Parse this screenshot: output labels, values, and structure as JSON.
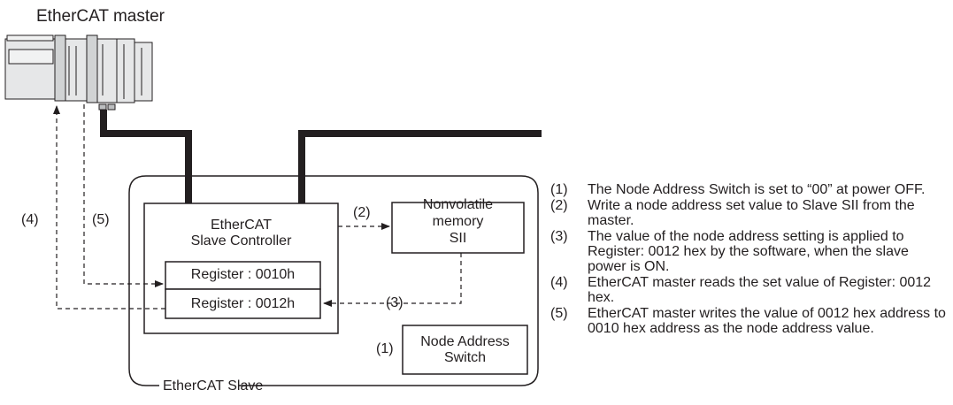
{
  "master": {
    "title": "EtherCAT master"
  },
  "slave": {
    "frame_label": "EtherCAT Slave",
    "controller_label": "EtherCAT\nSlave Controller",
    "register_1": "Register : 0010h",
    "register_2": "Register : 0012h",
    "memory_label": "Nonvolatile\nmemory\nSII",
    "switch_label": "Node Address\nSwitch"
  },
  "markers": {
    "m1": "(1)",
    "m2": "(2)",
    "m3": "(3)",
    "m4": "(4)",
    "m5": "(5)"
  },
  "notes": [
    {
      "num": "(1)",
      "text": "The Node Address Switch is set to “00” at power OFF."
    },
    {
      "num": "(2)",
      "text": "Write a node address set value to Slave SII from the master."
    },
    {
      "num": "(3)",
      "text": "The value of the node address setting is applied to Register: 0012 hex by the software, when the slave power is ON."
    },
    {
      "num": "(4)",
      "text": "EtherCAT master reads the set value of Register: 0012 hex."
    },
    {
      "num": "(5)",
      "text": "EtherCAT master writes the value of 0012 hex address to 0010 hex address as the node address value."
    }
  ],
  "colors": {
    "line": "#231f20",
    "plc_fill": "#e6e7e8",
    "plc_shade": "#bcbec0"
  }
}
